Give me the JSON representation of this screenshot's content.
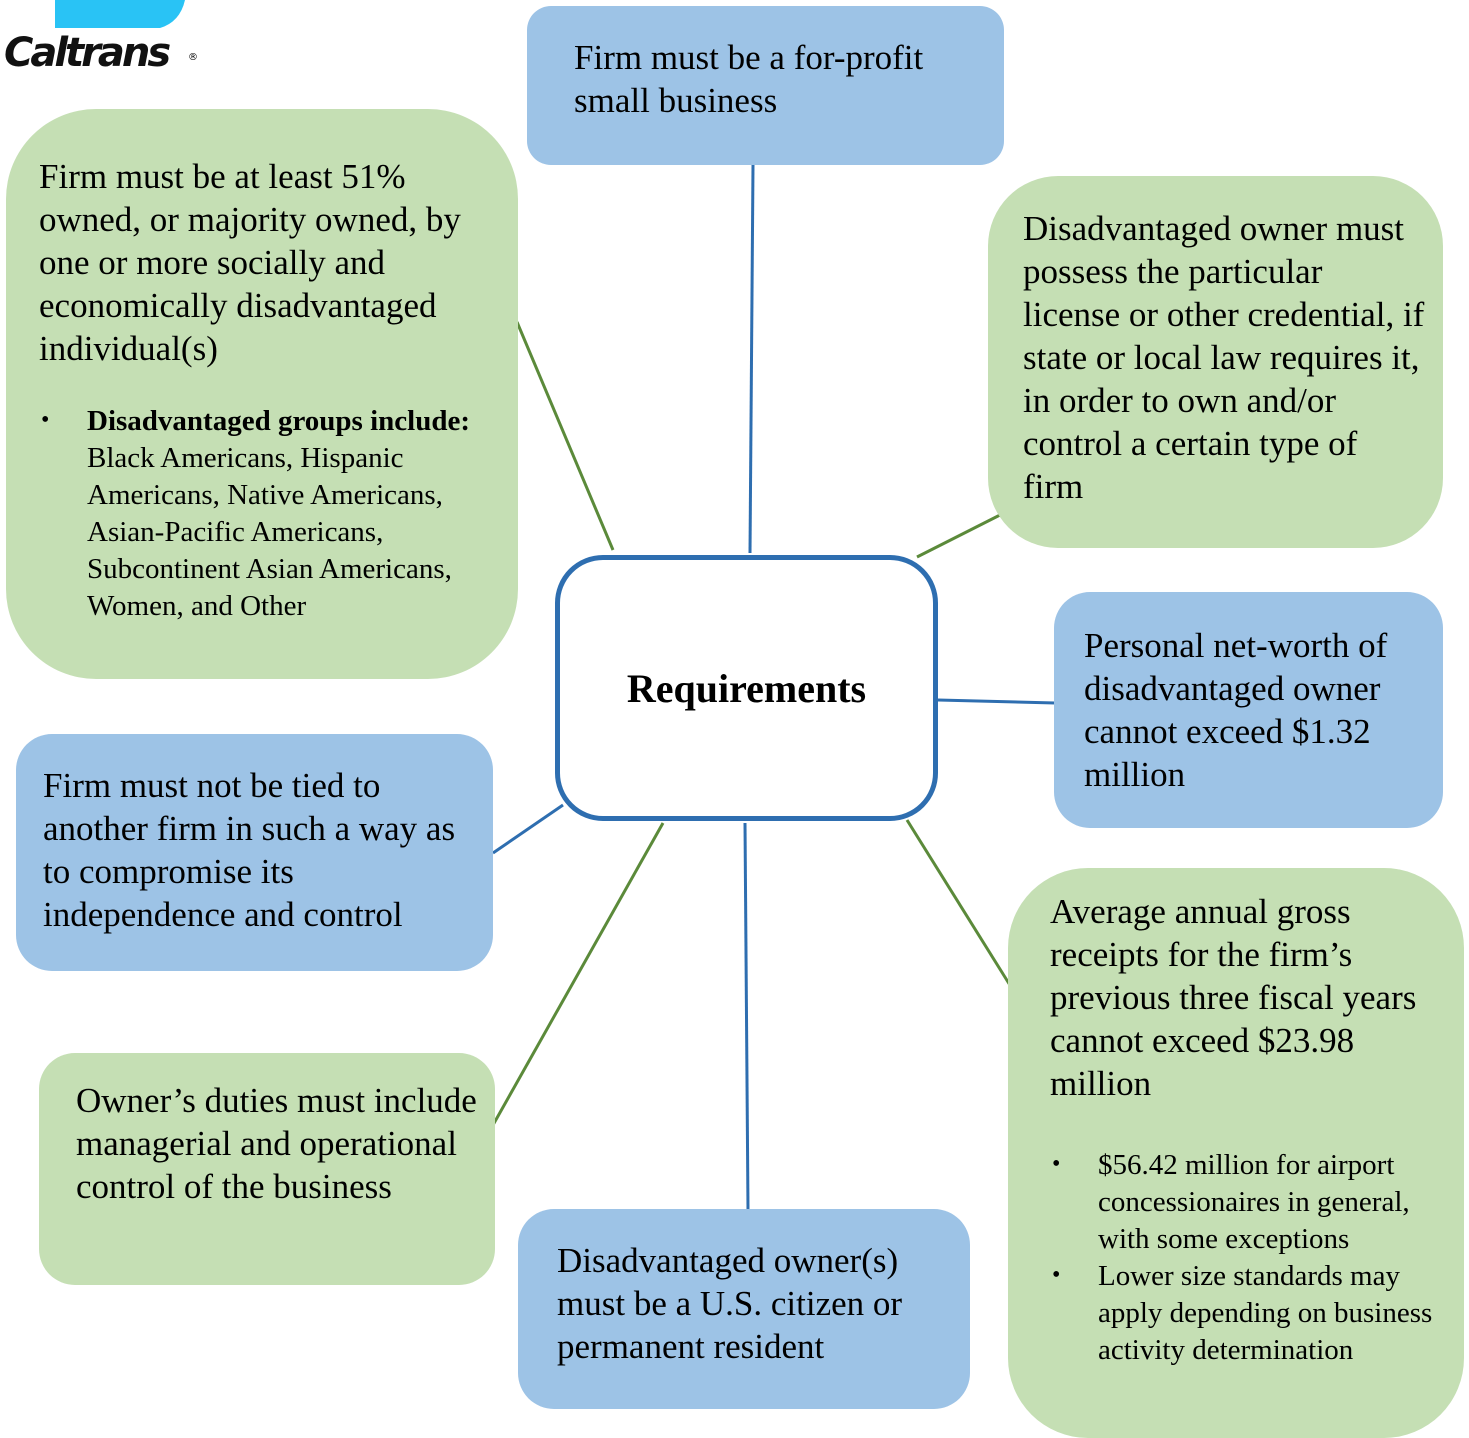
{
  "logo": {
    "text": "Caltrans",
    "reg": "®"
  },
  "center": {
    "label": "Requirements"
  },
  "nodes": {
    "for_profit": "Firm must be a for-profit small business",
    "ownership": {
      "text": "Firm must be at least 51% owned, or majority owned, by one or more socially and economically disadvantaged individual(s)",
      "bullet_bold": "Disadvantaged groups include:",
      "bullet_rest": " Black Americans, Hispanic Americans, Native Americans, Asian-Pacific Americans, Subcontinent Asian Americans, Women, and Other"
    },
    "license": "Disadvantaged owner must possess the particular license or other credential, if state or local law requires it, in order to own and/or control a certain type of firm",
    "net_worth": "Personal net-worth of disadvantaged owner cannot exceed $1.32 million",
    "independence": "Firm must not be tied to another firm in such a way as to compromise its independence and control",
    "duties": "Owner’s duties must include managerial and operational control of the business",
    "citizen": "Disadvantaged owner(s) must be a U.S. citizen or permanent resident",
    "receipts": {
      "text": "Average annual gross receipts for the firm’s previous three fiscal years cannot exceed $23.98 million",
      "bullets": [
        "$56.42 million for airport concessionaires in general, with some exceptions",
        "Lower size standards may apply depending on business activity determination"
      ]
    }
  },
  "colors": {
    "green": "#c5dfb4",
    "blue": "#9dc3e6",
    "green_line": "#5b8a3a",
    "blue_line": "#2e6eb0"
  }
}
